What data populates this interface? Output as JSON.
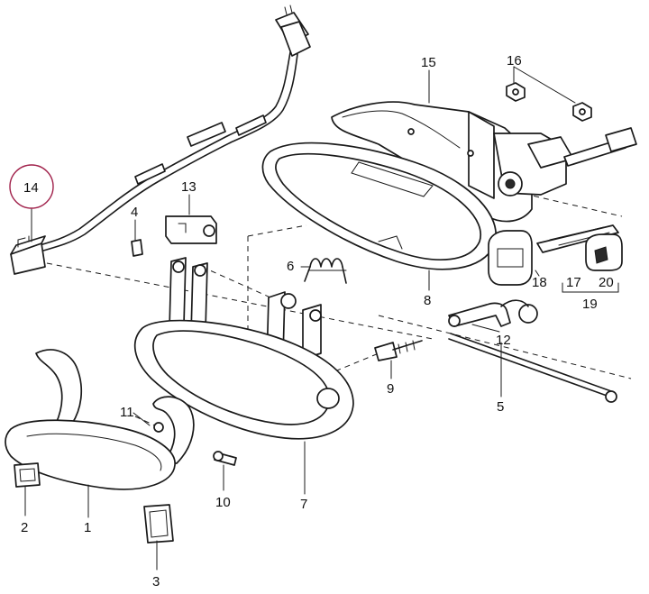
{
  "labels": {
    "p1": "1",
    "p2": "2",
    "p3": "3",
    "p4": "4",
    "p5": "5",
    "p6": "6",
    "p7": "7",
    "p8": "8",
    "p9": "9",
    "p10": "10",
    "p11": "11",
    "p12": "12",
    "p13": "13",
    "p14": "14",
    "p15": "15",
    "p16": "16",
    "p17": "17",
    "p18": "18",
    "p19": "19",
    "p20": "20"
  },
  "colors": {
    "highlight_circle": "#a0204a",
    "ink": "#1a1a1a"
  }
}
